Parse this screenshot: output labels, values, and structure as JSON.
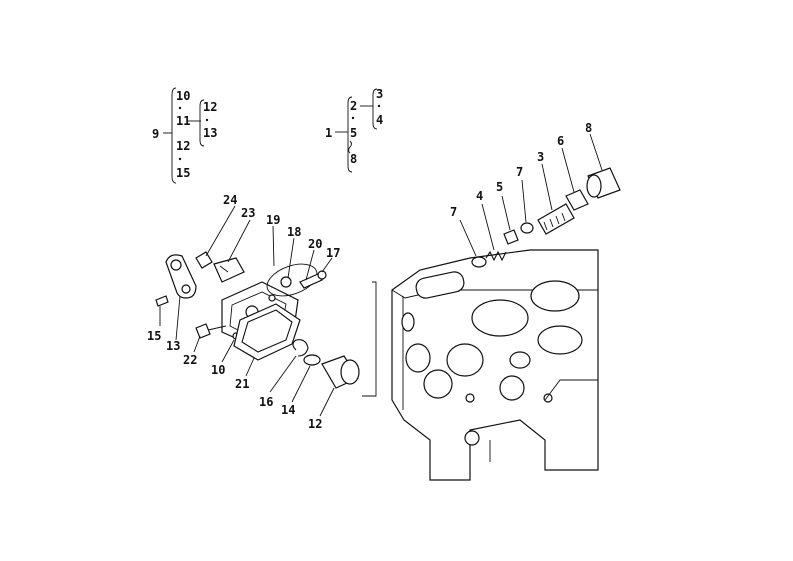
{
  "diagram": {
    "colors": {
      "ink": "#111111",
      "paper": "#ffffff"
    },
    "tree_left": {
      "root": "9",
      "items": [
        "10",
        "11",
        "12",
        "15"
      ],
      "sub_items": [
        "12",
        "13"
      ]
    },
    "tree_right": {
      "root": "1",
      "items": [
        "2",
        "5",
        "8"
      ],
      "sub_items": [
        "3",
        "4"
      ]
    },
    "callouts": [
      {
        "id": "c24",
        "text": "24"
      },
      {
        "id": "c23",
        "text": "23"
      },
      {
        "id": "c19",
        "text": "19"
      },
      {
        "id": "c18",
        "text": "18"
      },
      {
        "id": "c20",
        "text": "20"
      },
      {
        "id": "c17",
        "text": "17"
      },
      {
        "id": "c15",
        "text": "15"
      },
      {
        "id": "c13",
        "text": "13"
      },
      {
        "id": "c22",
        "text": "22"
      },
      {
        "id": "c10",
        "text": "10"
      },
      {
        "id": "c21",
        "text": "21"
      },
      {
        "id": "c16",
        "text": "16"
      },
      {
        "id": "c14",
        "text": "14"
      },
      {
        "id": "c12",
        "text": "12"
      },
      {
        "id": "c7a",
        "text": "7"
      },
      {
        "id": "c4",
        "text": "4"
      },
      {
        "id": "c5",
        "text": "5"
      },
      {
        "id": "c7b",
        "text": "7"
      },
      {
        "id": "c3",
        "text": "3"
      },
      {
        "id": "c6",
        "text": "6"
      },
      {
        "id": "c8",
        "text": "8"
      }
    ]
  }
}
